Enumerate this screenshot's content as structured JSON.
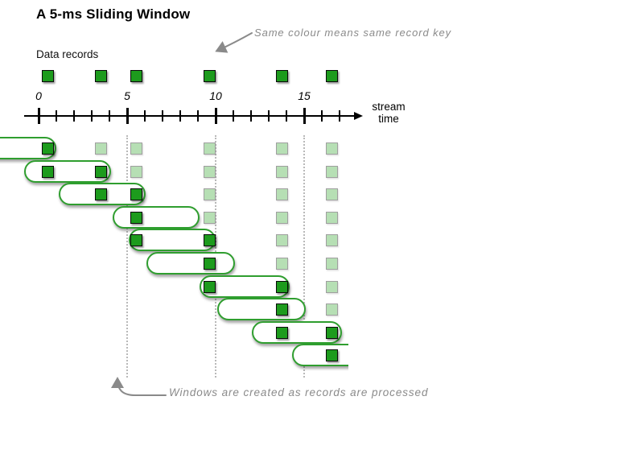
{
  "title": "A 5-ms Sliding Window",
  "labels": {
    "data_records": "Data records",
    "stream_time_line1": "stream",
    "stream_time_line2": "time"
  },
  "annotations": {
    "top": "Same colour means same record key",
    "bottom": "Windows are created as records are processed"
  },
  "colors": {
    "record_dark_green": "#1d9b1d",
    "record_light_green": "#b6dfb4",
    "window_border_green": "#2f9e2f",
    "annotation_gray": "#8a8a8a",
    "axis_black": "#000000"
  },
  "diagram": {
    "axis": {
      "unit": "ms",
      "major_tick_labels": [
        "0",
        "5",
        "10",
        "15"
      ],
      "major_tick_values": [
        0,
        5,
        10,
        15
      ],
      "minor_tick_max": 17
    },
    "guides_ms": [
      5,
      10,
      15
    ],
    "records_ms": [
      0.5,
      3.5,
      5.5,
      9.65,
      13.75,
      16.55
    ],
    "windows": [
      {
        "span_ms": [
          -4.1,
          1.0
        ],
        "clip": "left"
      },
      {
        "span_ms": [
          -0.8,
          4.1
        ],
        "clip": "none"
      },
      {
        "span_ms": [
          1.15,
          6.05
        ],
        "clip": "none"
      },
      {
        "span_ms": [
          4.2,
          9.1
        ],
        "clip": "none"
      },
      {
        "span_ms": [
          5.1,
          10.0
        ],
        "clip": "none"
      },
      {
        "span_ms": [
          6.1,
          11.1
        ],
        "clip": "none"
      },
      {
        "span_ms": [
          9.1,
          14.2
        ],
        "clip": "none"
      },
      {
        "span_ms": [
          10.1,
          15.1
        ],
        "clip": "none"
      },
      {
        "span_ms": [
          12.05,
          17.15
        ],
        "clip": "none"
      },
      {
        "span_ms": [
          14.3,
          19.3
        ],
        "clip": "right"
      }
    ],
    "cells": [
      {
        "dark": [
          0
        ],
        "light": [
          1,
          2,
          3,
          4,
          5
        ]
      },
      {
        "dark": [
          0,
          1
        ],
        "light": [
          2,
          3,
          4,
          5
        ]
      },
      {
        "dark": [
          1,
          2
        ],
        "light": [
          3,
          4,
          5
        ]
      },
      {
        "dark": [
          2
        ],
        "light": [
          3,
          4,
          5
        ]
      },
      {
        "dark": [
          2,
          3
        ],
        "light": [
          4,
          5
        ]
      },
      {
        "dark": [
          3
        ],
        "light": [
          4,
          5
        ]
      },
      {
        "dark": [
          3,
          4
        ],
        "light": [
          5
        ]
      },
      {
        "dark": [
          4
        ],
        "light": [
          5
        ]
      },
      {
        "dark": [
          4,
          5
        ],
        "light": []
      },
      {
        "dark": [
          5
        ],
        "light": []
      }
    ]
  }
}
